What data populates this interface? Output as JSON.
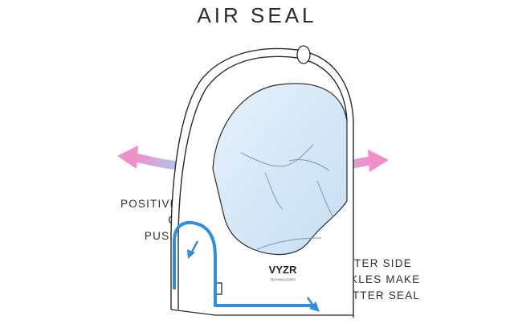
{
  "title": "AIR SEAL",
  "callouts": {
    "left": [
      "POSITIVE PRESSURE",
      "CONSTANTLY",
      "PUSHES AIR OUT"
    ],
    "right": [
      "TIGHTER SIDE",
      "BUCKLES MAKE",
      "A BETTER SEAL"
    ]
  },
  "brand": {
    "logo_text": "VYZR",
    "logo_subtext": "TECHNOLOGIES"
  },
  "colors": {
    "seal_blue": "#2e8fe0",
    "arrow_pink": "#f08fc8",
    "arrow_blue": "#9fd2f5",
    "visor_tint": "#d6e9f8",
    "outline": "#2a2a2a"
  },
  "icons": [
    "left-airflow-arrow-icon",
    "right-airflow-arrow-icon",
    "seal-airflow-arrow-icon",
    "top-loop-icon"
  ]
}
